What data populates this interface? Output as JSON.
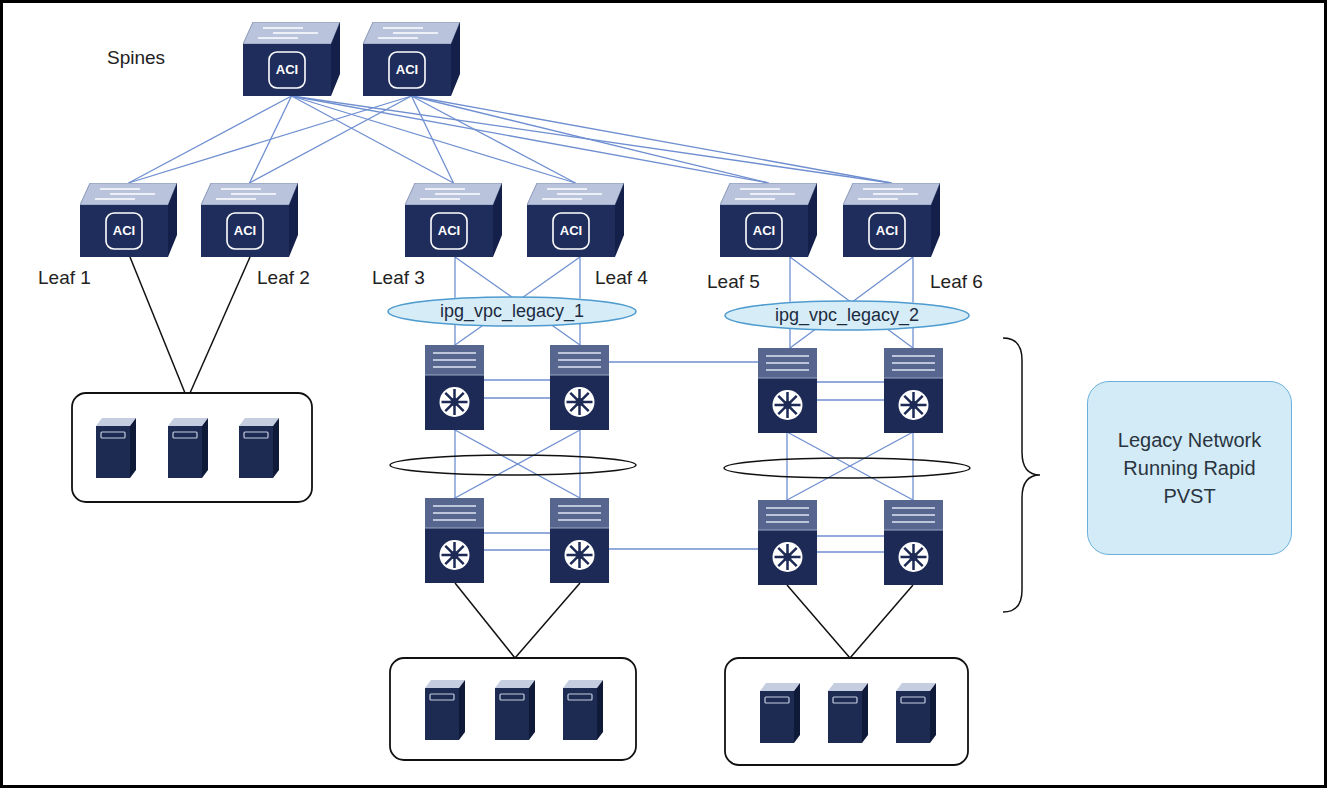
{
  "diagram": {
    "nodes": [
      {
        "text": [
          "ACI"
        ]
      },
      {
        "text": [
          "ACI"
        ]
      },
      {
        "text": [
          "ACI",
          "Leaf 1"
        ]
      },
      {
        "text": [
          "ACI",
          "Leaf 2"
        ]
      },
      {
        "text": [
          "ACI",
          "Leaf 3"
        ]
      },
      {
        "text": [
          "ACI",
          "Leaf 4"
        ]
      },
      {
        "text": [
          "ACI",
          "Leaf 5"
        ]
      },
      {
        "text": [
          "ACI",
          "Leaf 6"
        ]
      },
      {
        "text": [
          "ipg_vpc_legacy_1"
        ]
      },
      {
        "text": [
          "ipg_vpc_legacy_2"
        ]
      },
      {
        "text": [
          "Legacy Network Running Rapid PVST"
        ]
      }
    ],
    "edges": [
      {
        "from": 0,
        "to": 2,
        "arrow": "none"
      },
      {
        "from": 0,
        "to": 3,
        "arrow": "none"
      },
      {
        "from": 0,
        "to": 4,
        "arrow": "none"
      },
      {
        "from": 0,
        "to": 5,
        "arrow": "none"
      },
      {
        "from": 0,
        "to": 6,
        "arrow": "none"
      },
      {
        "from": 0,
        "to": 7,
        "arrow": "none"
      },
      {
        "from": 1,
        "to": 2,
        "arrow": "none"
      },
      {
        "from": 1,
        "to": 3,
        "arrow": "none"
      },
      {
        "from": 1,
        "to": 4,
        "arrow": "none"
      },
      {
        "from": 1,
        "to": 5,
        "arrow": "none"
      },
      {
        "from": 1,
        "to": 6,
        "arrow": "none"
      },
      {
        "from": 1,
        "to": 7,
        "arrow": "none"
      },
      {
        "from": 4,
        "to": 8,
        "arrow": "none"
      },
      {
        "from": 5,
        "to": 8,
        "arrow": "none"
      },
      {
        "from": 6,
        "to": 9,
        "arrow": "none"
      },
      {
        "from": 7,
        "to": 9,
        "arrow": "none"
      }
    ],
    "labels": [
      "Spines"
    ]
  }
}
